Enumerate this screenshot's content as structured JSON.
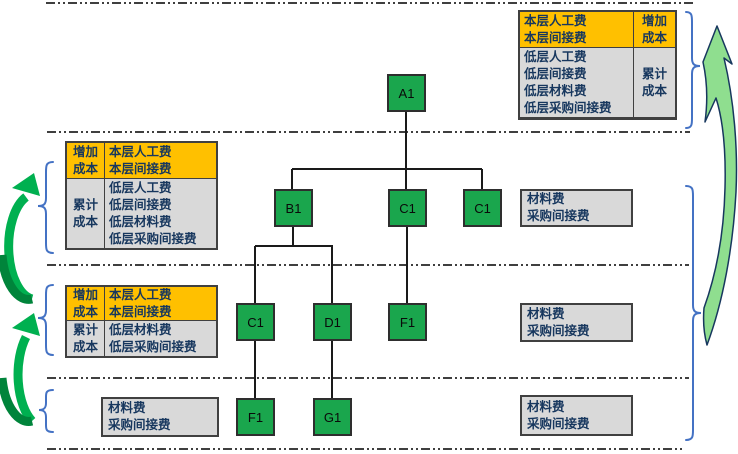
{
  "diagram": {
    "colors": {
      "node_green": "#1AA64D",
      "highlight_yellow": "#FFC000",
      "panel_gray": "#D9D9D9",
      "text_navy": "#17375E",
      "brace_blue": "#4472C4",
      "arrow_bright_green": "#00B050",
      "arrow_light_green": "#8FDE8F",
      "line_dark": "#3F3F3F"
    },
    "tree": {
      "a1": "A1",
      "b1": "B1",
      "c1_l2_mid": "C1",
      "c1_l2_right": "C1",
      "c1_l3": "C1",
      "d1": "D1",
      "f1_l3": "F1",
      "f1_l4": "F1",
      "g1": "G1"
    },
    "panels": {
      "top_right": {
        "current_items": [
          "本层人工费",
          "本层间接费"
        ],
        "increase_label": [
          "增加",
          "成本"
        ],
        "lower_items": [
          "低层人工费",
          "低层间接费",
          "低层材料费",
          "低层采购间接费"
        ],
        "cumulative_label": [
          "累计",
          "成本"
        ]
      },
      "left_level2": {
        "increase_label": [
          "增加",
          "成本"
        ],
        "current_items": [
          "本层人工费",
          "本层间接费"
        ],
        "cumulative_label": [
          "累计",
          "成本"
        ],
        "lower_items": [
          "低层人工费",
          "低层间接费",
          "低层材料费",
          "低层采购间接费"
        ]
      },
      "left_level3": {
        "increase_label": [
          "增加",
          "成本"
        ],
        "current_items": [
          "本层人工费",
          "本层间接费"
        ],
        "cumulative_label": [
          "累计",
          "成本"
        ],
        "lower_items": [
          "低层材料费",
          "低层采购间接费"
        ]
      },
      "left_level4": {
        "items": [
          "材料费",
          "采购间接费"
        ]
      },
      "right_level2": {
        "items": [
          "材料费",
          "采购间接费"
        ]
      },
      "right_level3": {
        "items": [
          "材料费",
          "采购间接费"
        ]
      },
      "right_level4": {
        "items": [
          "材料费",
          "采购间接费"
        ]
      }
    }
  }
}
